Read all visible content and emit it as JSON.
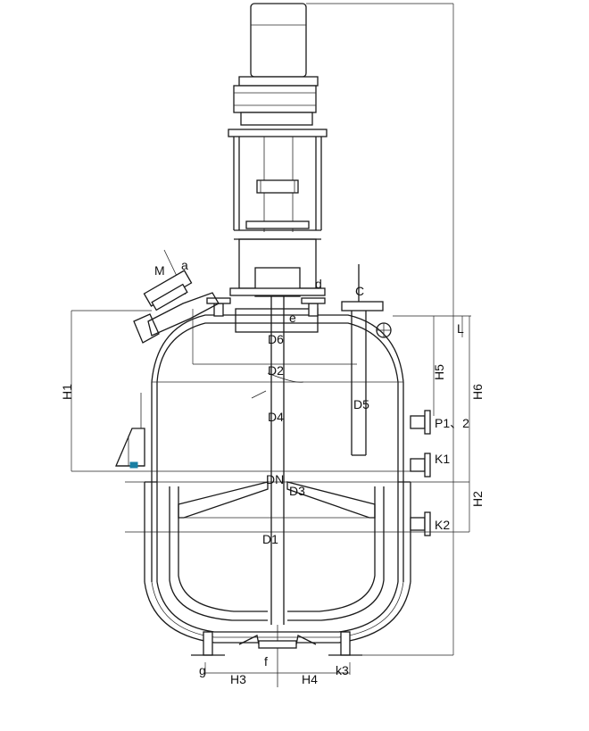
{
  "drawing": {
    "labels": {
      "M": "M",
      "a": "a",
      "d": "d",
      "C": "C",
      "e": "e",
      "D6": "D6",
      "L": "L",
      "H5": "H5",
      "H6": "H6",
      "H1": "H1",
      "D2": "D2",
      "D5": "D5",
      "D4": "D4",
      "P1_2": "P1、2",
      "K1": "K1",
      "DN": "DN",
      "D3": "D3",
      "H2": "H2",
      "K2": "K2",
      "D1": "D1",
      "g": "g",
      "f": "f",
      "k3": "k3",
      "H3": "H3",
      "H4": "H4"
    }
  }
}
